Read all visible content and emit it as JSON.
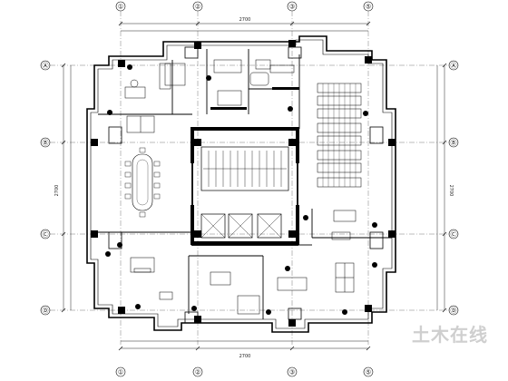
{
  "grid": {
    "columns": [
      "①",
      "②",
      "③",
      "⑤"
    ],
    "rows": [
      "Ⓐ",
      "Ⓑ",
      "Ⓒ",
      "Ⓓ"
    ]
  },
  "dimensions": {
    "top_overall": "2700",
    "bottom_overall": "2700",
    "left_overall": "2700",
    "right_overall": "2700"
  },
  "watermark": "土木在线",
  "colors": {
    "line": "#111111",
    "wall": "#000000",
    "paper": "#ffffff"
  }
}
